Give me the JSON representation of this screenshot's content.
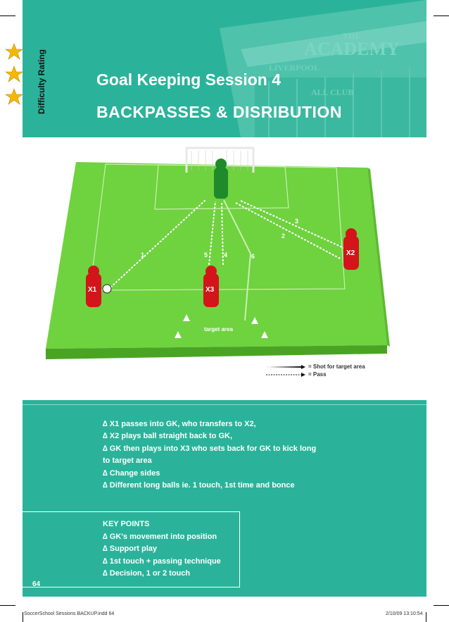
{
  "header": {
    "title": "Goal Keeping Session 4",
    "subtitle": "BACKPASSES & DISRIBUTION",
    "rating_label": "Difficulty Rating",
    "rating_stars": 3,
    "building_sign": [
      "THE",
      "ACADEMY",
      "LIVERPOOL",
      "ALL CLUB"
    ]
  },
  "diagram": {
    "players": [
      "X1",
      "X3",
      "X2"
    ],
    "numbers": [
      "1",
      "5",
      "4",
      "6",
      "3",
      "2"
    ],
    "target_label": "target area"
  },
  "legend": {
    "shot": "= Shot for target area",
    "pass": "= Pass"
  },
  "instructions": [
    "∆ X1 passes into GK, who transfers to X2,",
    "∆ X2 plays ball straight back to GK,",
    "∆ GK then plays into X3 who sets back for GK to kick long",
    "to target area",
    "∆ Change sides",
    "∆ Different long balls ie. 1 touch, 1st time and bonce"
  ],
  "key_points": {
    "heading": "KEY POINTS",
    "items": [
      "∆ GK's movement into position",
      "∆ Support play",
      "∆ 1st touch + passing technique",
      "∆ Decision, 1 or 2 touch"
    ]
  },
  "page_number": "64",
  "footer": {
    "file": "SoccerSchool Sessions BACKUP.indd   64",
    "timestamp": "2/10/09   13:10:54"
  },
  "colors": {
    "teal": "#2ab39a",
    "pitch": "#6fd23f",
    "player": "#d3141b",
    "keeper": "#1f8a2a",
    "star": "#f5b800"
  }
}
